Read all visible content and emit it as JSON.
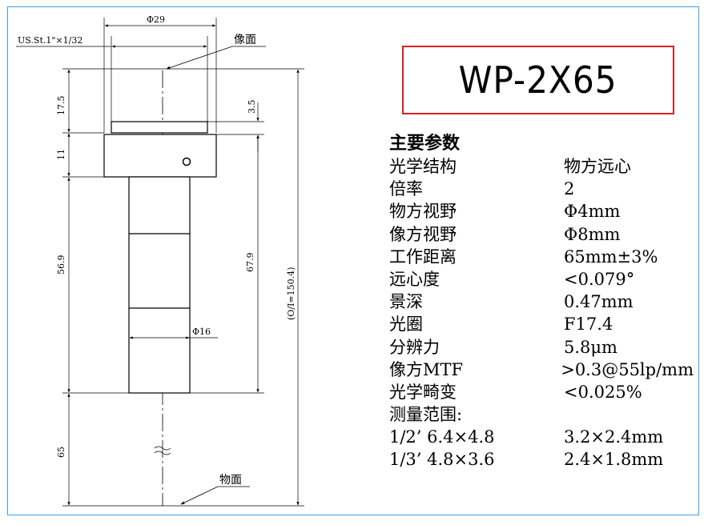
{
  "drawing": {
    "phi29": "Φ29",
    "thread": "US.St.1\"×1/32",
    "image_plane": "像面",
    "object_plane": "物面",
    "dim_17_5": "17.5",
    "dim_3_5": "3.5",
    "dim_11": "11",
    "dim_56_9": "56.9",
    "dim_67_9": "67.9",
    "dim_total": "(O/I=150.4)",
    "phi16": "Φ16",
    "dim_65": "65"
  },
  "title": "WP-2X65",
  "params": {
    "heading": "主要参数",
    "rows": [
      {
        "key": "光学结构",
        "value": "物方远心"
      },
      {
        "key": "倍率",
        "value": "2"
      },
      {
        "key": "物方视野",
        "value": "Φ4mm"
      },
      {
        "key": "像方视野",
        "value": "Φ8mm"
      },
      {
        "key": "工作距离",
        "value": "65mm±3%"
      },
      {
        "key": "远心度",
        "value": "<0.079°"
      },
      {
        "key": "景深",
        "value": "0.47mm"
      },
      {
        "key": "光圈",
        "value": "F17.4"
      },
      {
        "key": "分辨力",
        "value": "5.8μm"
      },
      {
        "key": "像方MTF",
        "value": ">0.3@55lp/mm"
      },
      {
        "key": "光学畸变",
        "value": "<0.025%"
      },
      {
        "key": "测量范围:",
        "value": ""
      },
      {
        "key": "1/2’ 6.4×4.8",
        "value": "3.2×2.4mm"
      },
      {
        "key": "1/3’ 4.8×3.6",
        "value": "2.4×1.8mm"
      }
    ]
  },
  "colors": {
    "frame": "#3aa0e8",
    "title_border": "#e02020"
  }
}
